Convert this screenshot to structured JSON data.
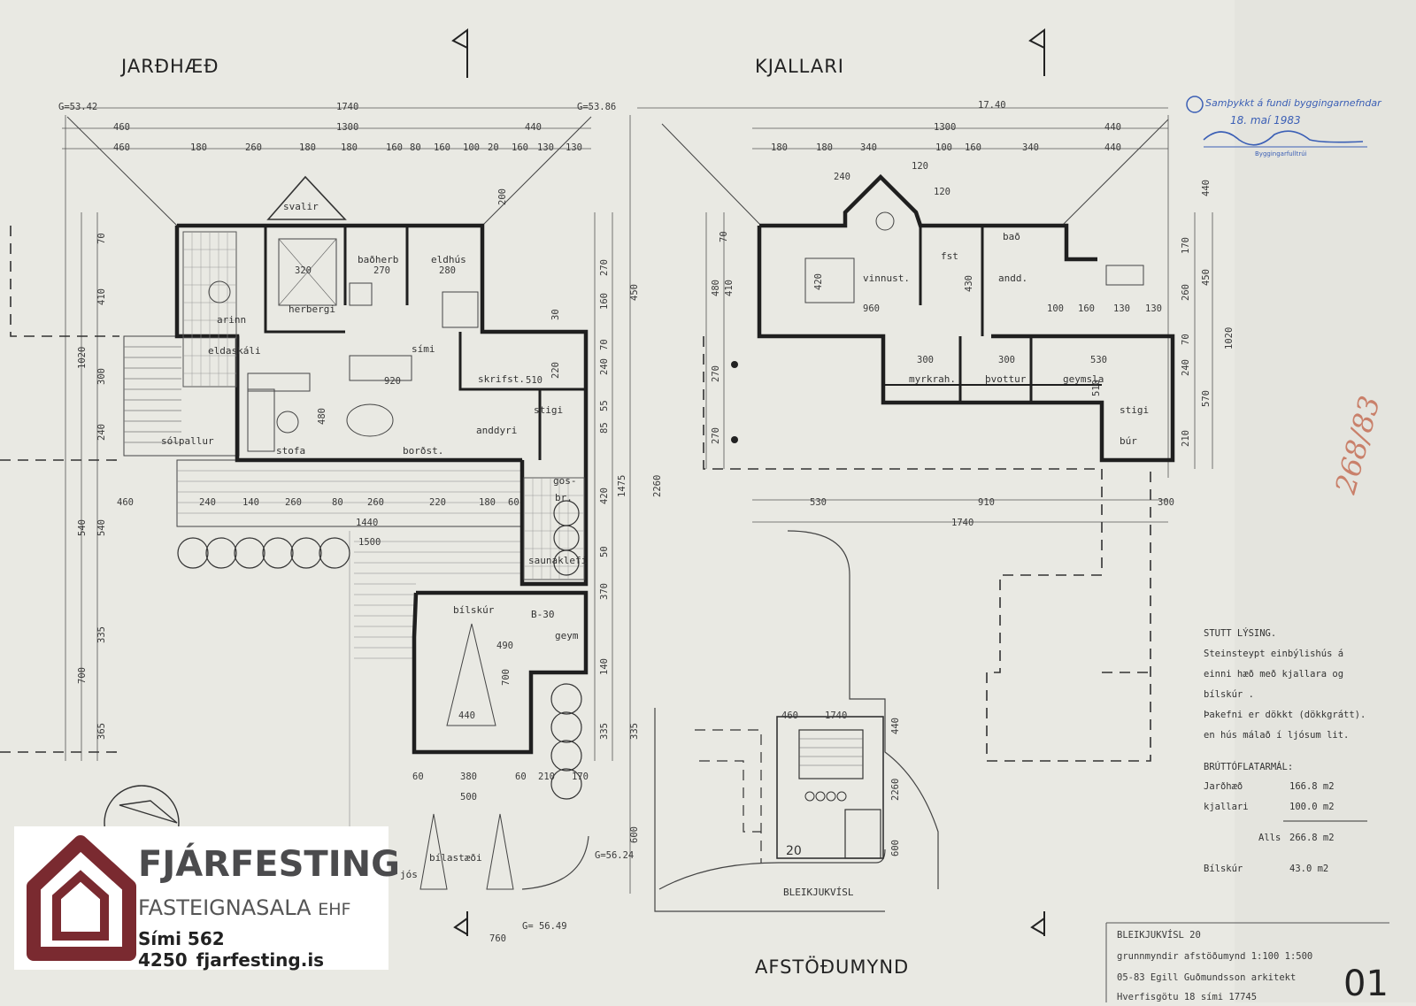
{
  "plans": {
    "ground_floor_title": "JARÐHÆÐ",
    "basement_title": "KJALLARI",
    "site_plan_title": "AFSTÖÐUMYND"
  },
  "ground_floor": {
    "rooms": {
      "svalir": "svalir",
      "herbergi": "herbergi",
      "bad": "baðherb",
      "eldhus": "eldhús",
      "arinn": "arinn",
      "eldaskali": "eldaskáli",
      "simi": "sími",
      "skrifst": "skrifst.",
      "stigi": "stigi",
      "anddyri": "anddyri",
      "stofa": "stofa",
      "bordst": "borðst.",
      "solpallur": "sólpallur",
      "gosbr": "gos-",
      "gosbr2": "br.",
      "saunaklefi": "saunaklefi",
      "bilskur": "bílskúr",
      "b30": "B-30",
      "geym": "geym",
      "bilastaedi": "bílastæði",
      "jos": "jós"
    },
    "dims": {
      "overall": "1740",
      "g_left": "G=53.42",
      "g_right": "G=53.86",
      "g_bottom_right": "G=56.24",
      "g_bottom": "G= 56.49",
      "top1": [
        "460",
        "1300",
        "440"
      ],
      "top2": [
        "460",
        "180",
        "260",
        "180",
        "180",
        "160",
        "80",
        "160",
        "100",
        "20",
        "160",
        "130",
        "130"
      ],
      "r320": "320",
      "r270": "270",
      "r280": "280",
      "r920": "920",
      "r480": "480",
      "r510": "510",
      "r440": "440",
      "r490": "490",
      "r700": "700",
      "mid": [
        "460",
        "240",
        "140",
        "260",
        "80",
        "260",
        "220",
        "180",
        "60"
      ],
      "m1440": "1440",
      "m1500": "1500",
      "bot": [
        "60",
        "380",
        "60",
        "210",
        "170"
      ],
      "b500": "500",
      "b760": "760",
      "left_v": [
        "70",
        "410",
        "1020",
        "300",
        "240",
        "540",
        "540",
        "335",
        "700",
        "365"
      ],
      "right_v": [
        "270",
        "450",
        "160",
        "70",
        "240",
        "55",
        "85",
        "1475",
        "2260",
        "420",
        "50",
        "370",
        "140",
        "335",
        "335",
        "600",
        "200",
        "30",
        "220"
      ]
    }
  },
  "basement": {
    "rooms": {
      "vinnust": "vinnust.",
      "fst": "fst",
      "bad": "bað",
      "anddyri": "andd.",
      "myrkrah": "myrkrah.",
      "thvottur": "þvottur",
      "geymsla": "geymsla",
      "stigi": "stigi",
      "bur": "búr"
    },
    "dims": {
      "overall": "17.40",
      "top1": [
        "1300",
        "440"
      ],
      "top2": [
        "180",
        "180",
        "340",
        "100",
        "160",
        "340",
        "440"
      ],
      "d240": "240",
      "d120a": "120",
      "d120b": "120",
      "d960": "960",
      "d420": "420",
      "d430": "430",
      "d300a": "300",
      "d300b": "300",
      "d530": "530",
      "d510": "510",
      "row": [
        "100",
        "160",
        "130",
        "130"
      ],
      "bot1": [
        "530",
        "910",
        "300"
      ],
      "bot2": "1740",
      "left_v": [
        "70",
        "480",
        "410",
        "270",
        "270"
      ],
      "right_v": [
        "440",
        "170",
        "260",
        "450",
        "70",
        "240",
        "1020",
        "570",
        "210"
      ]
    }
  },
  "site_plan": {
    "street": "BLEIKJUKVÍSL",
    "house_no": "20",
    "dims": [
      "460",
      "1740",
      "440",
      "2260",
      "600"
    ]
  },
  "approval_stamp": {
    "line1": "Samþykkt á fundi byggingarnefndar",
    "date": "18. maí 1983",
    "official": "Byggingarfulltrúi"
  },
  "handwritten_number": "268/83",
  "description": {
    "heading": "STUTT LÝSING.",
    "lines": [
      "Steinsteypt einbýlishús á",
      "einni hæð með kjallara og",
      "bílskúr .",
      "Þakefni er dökkt (dökkgrátt).",
      "en hús málað í ljósum lit."
    ],
    "areas_heading": "BRÚTTÓFLATARMÁL:",
    "areas": [
      {
        "label": "Jarðhæð",
        "value": "166.8 m2"
      },
      {
        "label": "kjallari",
        "value": "100.0 m2"
      }
    ],
    "total_label": "Alls",
    "total_value": "266.8 m2",
    "garage_label": "Bílskúr",
    "garage_value": "43.0 m2"
  },
  "title_block": {
    "project": "BLEIKJUKVÍSL 20",
    "line2": "grunnmyndir afstöðumynd  1:100  1:500",
    "line3": "05-83  Egill Guðmundsson arkitekt",
    "line4": "Hverfisgötu 18 sími 17745",
    "sheet_no": "01"
  },
  "logo": {
    "brand": "FJÁRFESTING",
    "sub": "FASTEIGNASALA",
    "sub_small": "EHF",
    "phone": "Sími 562 4250",
    "web": "fjarfesting.is",
    "colors": {
      "maroon": "#7a2a30",
      "gray": "#4b4b4d"
    }
  }
}
